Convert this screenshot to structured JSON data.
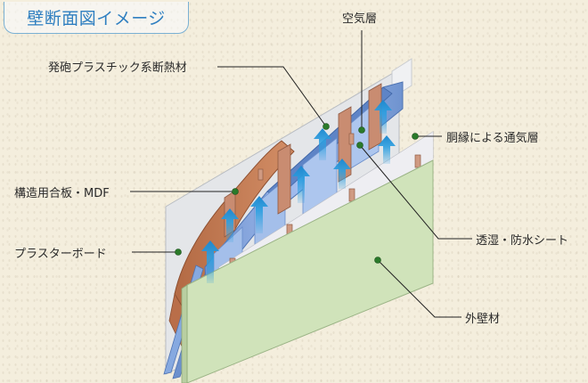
{
  "title": "壁断面図イメージ",
  "labels": {
    "air_layer": "空気層",
    "foam_insulation": "発砲プラスチック系断熱材",
    "furring_ventilation": "胴縁による通気層",
    "structural_plywood": "構造用合板・MDF",
    "moisture_sheet": "透湿・防水シート",
    "plaster_board": "プラスターボード",
    "exterior_wall": "外壁材"
  },
  "colors": {
    "title_text": "#2f7fc0",
    "plaster": "#e6e8ea",
    "plywood": "#c4794f",
    "insulation_blue": "#7fa1d8",
    "air_gap": "#a8c2ea",
    "membrane": "#eeeef2",
    "exterior": "#d0e3ba",
    "arrow": "#2d9fe0",
    "post": "#c98c71",
    "leader": "#222222"
  }
}
